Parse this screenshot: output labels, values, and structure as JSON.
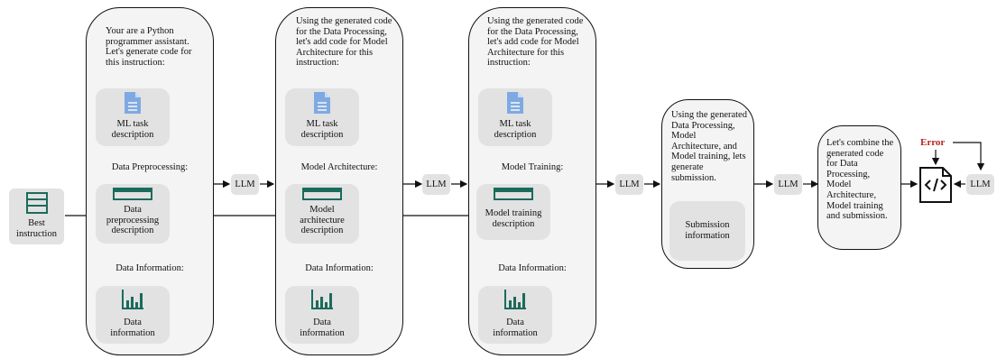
{
  "input": {
    "label": "Best instruction"
  },
  "stage1": {
    "prompt": "Your are a Python programmer assistant. Let's generate code for this instruction:",
    "task_card": "ML task description",
    "section_a": "Data Preprocessing:",
    "section_a_card": "Data preprocessing description",
    "section_b": "Data Information:",
    "section_b_card": "Data information"
  },
  "stage2": {
    "prompt": "Using the generated code for the Data Processing, let's add code for Model Architecture for this instruction:",
    "task_card": "ML task description",
    "section_a": "Model Architecture:",
    "section_a_card": "Model architecture description",
    "section_b": "Data Information:",
    "section_b_card": "Data information"
  },
  "stage3": {
    "prompt": "Using the generated code for the Data Processing, let's add code for Model Architecture for this instruction:",
    "task_card": "ML task description",
    "section_a": "Model Training:",
    "section_a_card": "Model training description",
    "section_b": "Data Information:",
    "section_b_card": "Data information"
  },
  "stage4": {
    "prompt": "Using the generated Data Processing, Model Architecture, and Model training, lets generate submission.",
    "card": "Submission information"
  },
  "stage5": {
    "prompt": "Let's combine the generated code for Data Processing, Model Architecture, Model training and submission."
  },
  "llm_label": "LLM",
  "error_label": "Error",
  "colors": {
    "icon_teal": "#1b6b5c",
    "doc_blue": "#7fa9e2",
    "error_red": "#b3261e",
    "card_gray": "#e2e2e2",
    "panel_gray": "#f4f4f4"
  },
  "icons": [
    "list-icon",
    "document-icon",
    "table-icon",
    "bar-chart-icon",
    "code-file-icon"
  ]
}
